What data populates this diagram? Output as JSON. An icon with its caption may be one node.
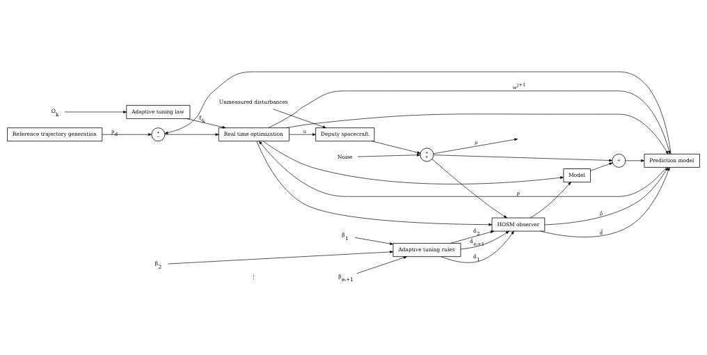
{
  "diagram": {
    "nodes": [
      {
        "text": [
          "Reference trajectory generation"
        ]
      },
      {
        "text": [
          "+",
          "−"
        ]
      },
      {
        "text": [
          "Adaptive tuning law"
        ]
      },
      {
        "text": [
          "Ω$_{k}$"
        ]
      },
      {
        "text": [
          "Unmeasured disturbances"
        ]
      },
      {
        "text": [
          "Noise"
        ]
      },
      {
        "text": [
          "Prediction model"
        ]
      },
      {
        "text": [
          "Real time optimization"
        ]
      },
      {
        "text": [
          "Deputy spacecraft"
        ]
      },
      {
        "text": [
          "+",
          "+"
        ]
      },
      {
        "text": [
          "HOSM observer"
        ]
      },
      {
        "text": [
          "Model"
        ]
      },
      {
        "text": [
          "+"
        ]
      },
      {
        "text": [
          "Adaptive tuning rules"
        ]
      },
      {
        "text": [
          "β$_{1}$"
        ]
      },
      {
        "text": [
          "β$_{2}$"
        ]
      },
      {
        "text": [
          "β$_{eᵢ+1}$"
        ]
      }
    ],
    "edges": [
      {
        "from": 0,
        "to": 1,
        "arrow": "to",
        "label": "p$_{d}$"
      },
      {
        "from": 1,
        "to": 7,
        "arrow": "to"
      },
      {
        "from": 6,
        "to": 7,
        "arrow": "to",
        "label": "p"
      },
      {
        "from": 6,
        "to": 1,
        "arrow": "to"
      },
      {
        "from": 2,
        "to": 7,
        "arrow": "to",
        "label": "ξ̇$_{k}$"
      },
      {
        "from": 3,
        "to": 2,
        "arrow": "to"
      },
      {
        "from": 7,
        "to": 8,
        "arrow": "to",
        "label": "u"
      },
      {
        "from": 7,
        "to": 6,
        "arrow": "to",
        "label": "w$^{j+1}$"
      },
      {
        "from": 4,
        "to": 8,
        "arrow": "to"
      },
      {
        "from": 5,
        "to": 9,
        "arrow": "to"
      },
      {
        "from": 8,
        "to": 9,
        "arrow": "to"
      },
      {
        "from": 9,
        "to": null,
        "arrow": "to",
        "label": "ρ"
      },
      {
        "from": 9,
        "to": 12,
        "arrow": "to"
      },
      {
        "from": 9,
        "to": 10,
        "arrow": "to"
      },
      {
        "from": 7,
        "to": 6,
        "arrow": "to"
      },
      {
        "from": 7,
        "to": 11,
        "arrow": "to"
      },
      {
        "from": 7,
        "to": 10,
        "arrow": "to"
      },
      {
        "from": 10,
        "to": 6,
        "arrow": "to",
        "label": "d̂"
      },
      {
        "from": 10,
        "to": 11,
        "arrow": "to"
      },
      {
        "from": 10,
        "to": 6,
        "arrow": "to",
        "label": "ρ̂̇"
      },
      {
        "from": 13,
        "to": 10,
        "arrow": "to",
        "label": "α̂̇$_{1}$"
      },
      {
        "from": 13,
        "to": 10,
        "arrow": "to",
        "label": "α̂̇$_{2}$"
      },
      {
        "from": 13,
        "to": 10,
        "arrow": "to",
        "label": "α̂̇$_{eᵢ+1}$"
      },
      {
        "from": 14,
        "to": 13,
        "arrow": "to"
      },
      {
        "from": 15,
        "to": 13,
        "arrow": "to"
      },
      {
        "from": 16,
        "to": 13,
        "arrow": "to"
      },
      {
        "from": 11,
        "to": 12,
        "arrow": "to"
      },
      {
        "from": 12,
        "to": 6,
        "arrow": "to"
      }
    ],
    "labels": [
      "⋮"
    ]
  }
}
